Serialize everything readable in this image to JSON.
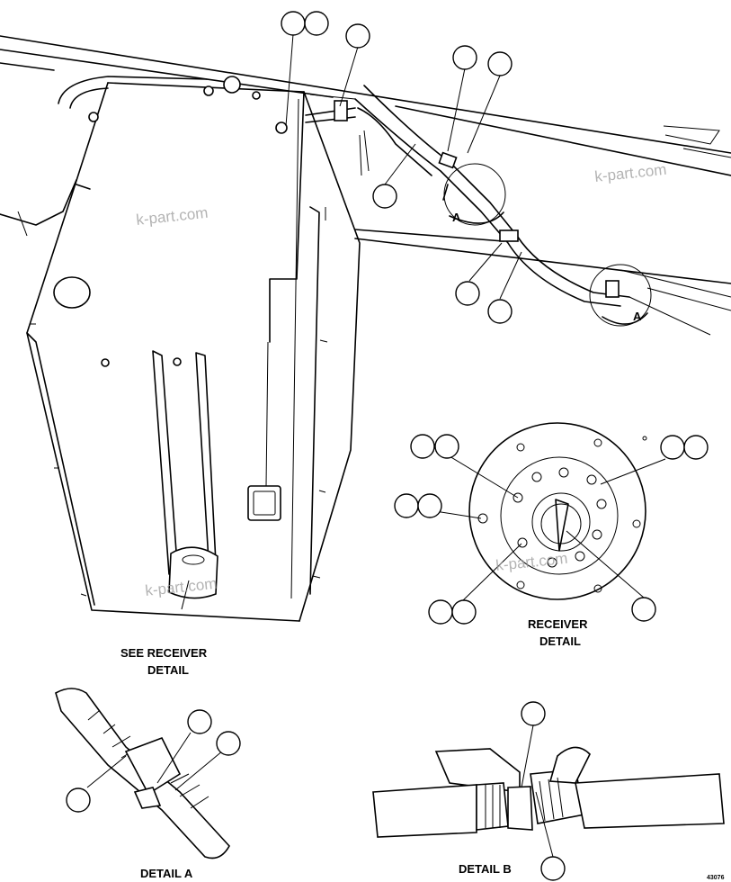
{
  "labels": {
    "see_receiver_line1": "SEE RECEIVER",
    "see_receiver_line2": "DETAIL",
    "receiver_line1": "RECEIVER",
    "receiver_line2": "DETAIL",
    "detail_a": "DETAIL A",
    "detail_b": "DETAIL B",
    "view_a_1": "A",
    "view_a_2": "A",
    "drawing_number": "43076"
  },
  "watermarks": [
    "k-part.com",
    "k-part.com",
    "k-part.com",
    "k-part.com"
  ]
}
